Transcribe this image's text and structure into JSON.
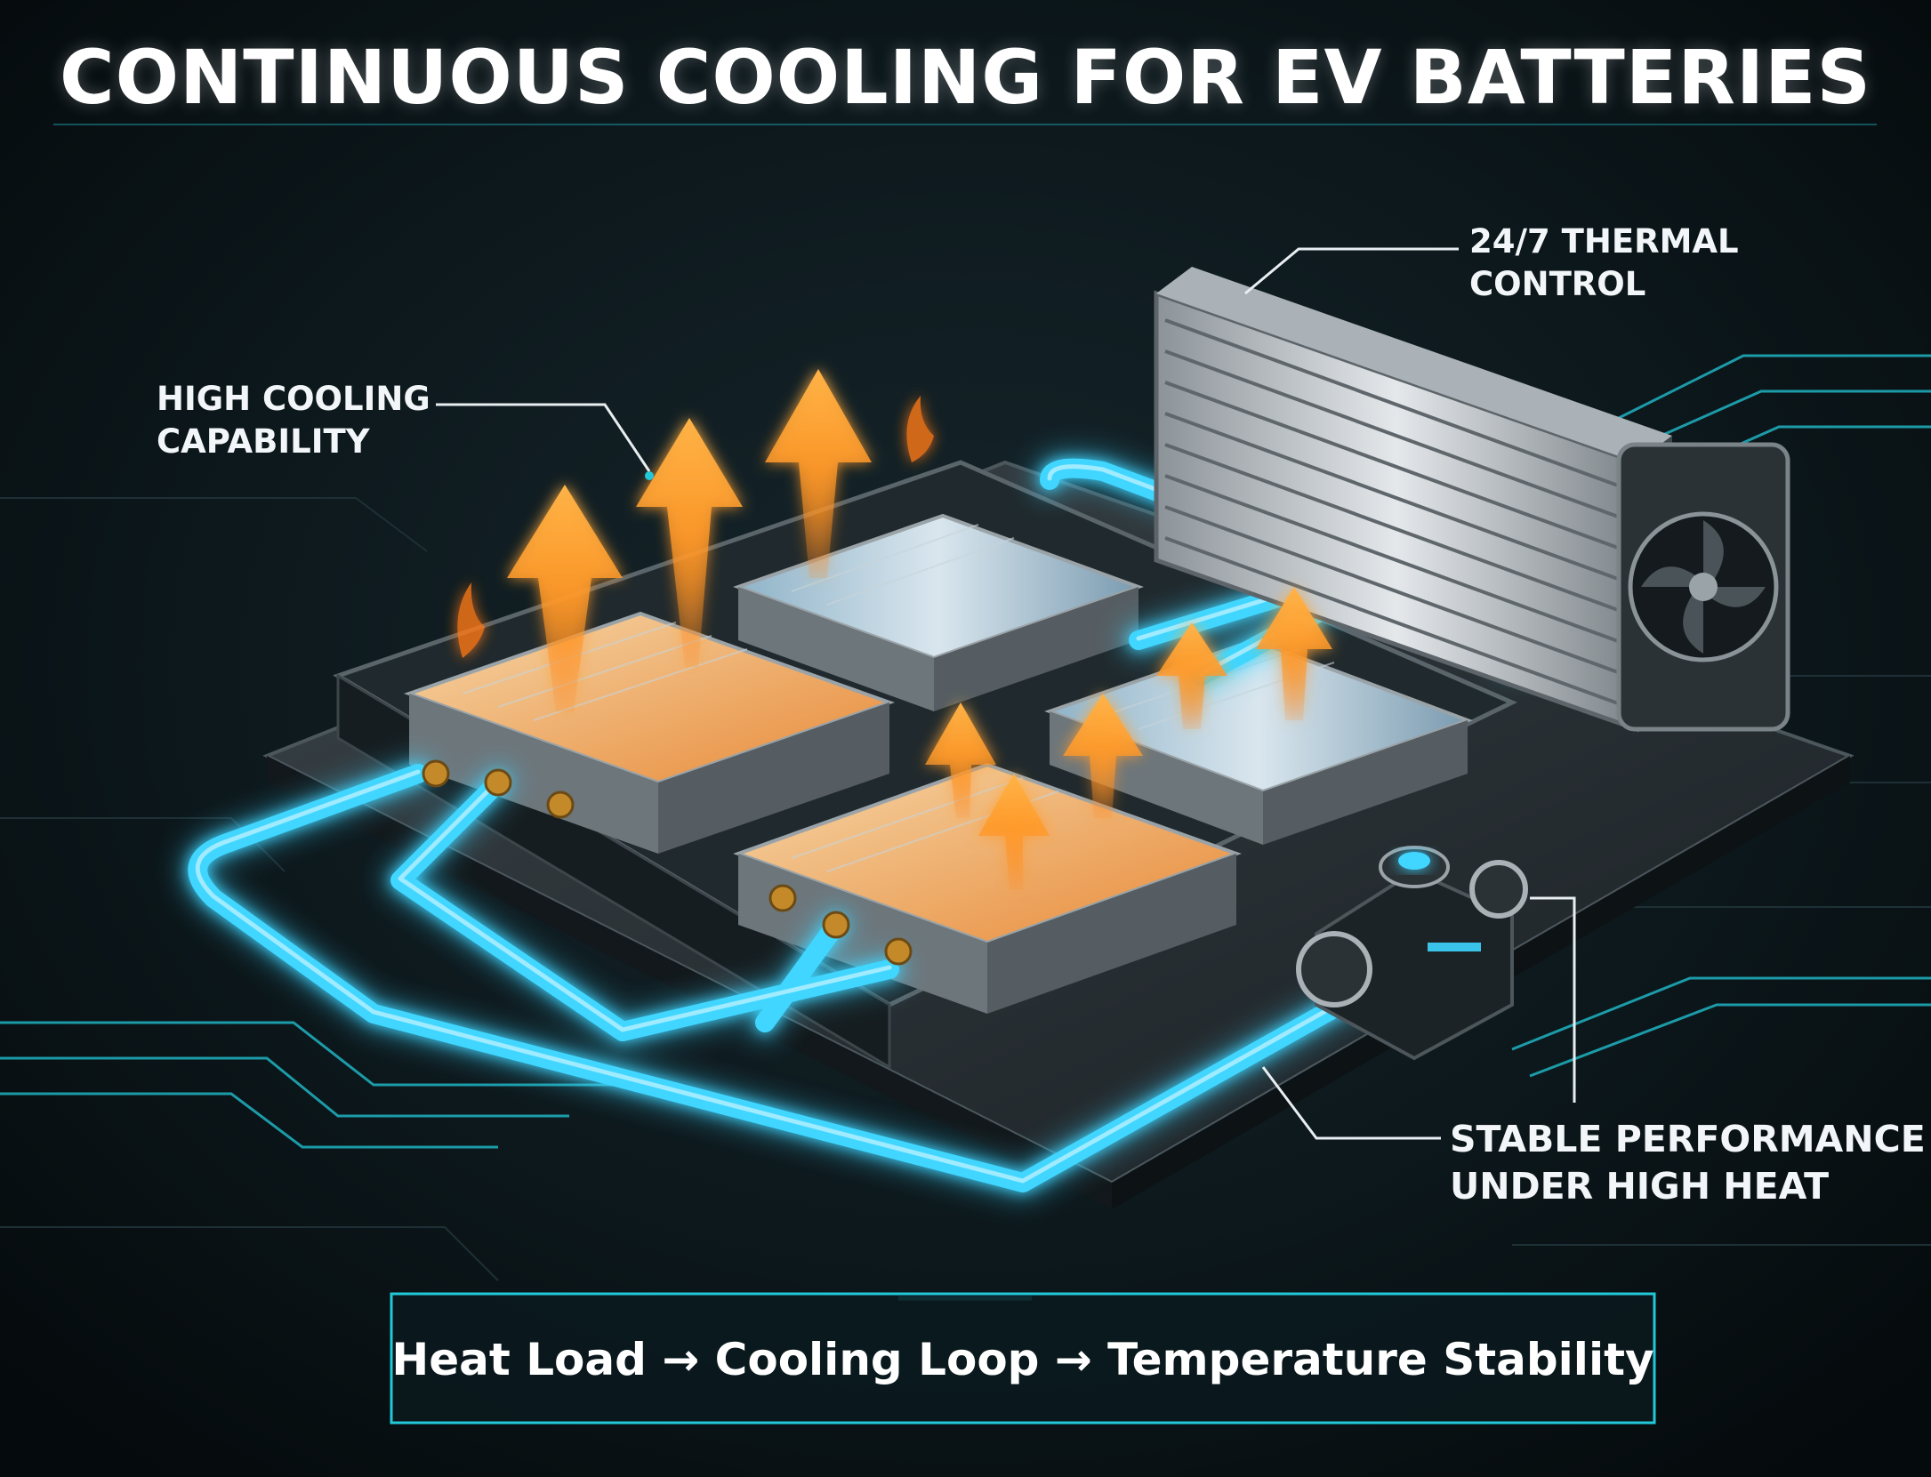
{
  "title": "CONTINUOUS COOLING FOR EV BATTERIES",
  "callouts": {
    "high_cooling": [
      "HIGH COOLING",
      "CAPABILITY"
    ],
    "thermal_control": [
      "24/7 THERMAL",
      "CONTROL"
    ],
    "stable_performance": [
      "STABLE PERFORMANCE",
      "UNDER HIGH HEAT"
    ]
  },
  "summary": "Heat Load → Cooling Loop → Temperature Stability",
  "colors": {
    "background": "#0a1418",
    "coolant": "#3fd6ff",
    "heat_arrow": "#ff8a1c",
    "accent_line": "#22c8d8",
    "text": "#ffffff"
  },
  "icons": {
    "radiator": "radiator-icon",
    "fan": "fan-icon",
    "pump": "pump-icon",
    "battery": "battery-module-icon",
    "heat": "heat-arrow-icon"
  }
}
